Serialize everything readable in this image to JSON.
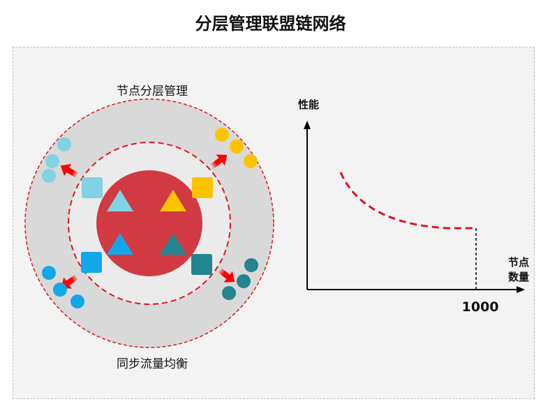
{
  "title": "分层管理联盟链网络",
  "diagram": {
    "top_label": "节点分层管理",
    "bottom_label": "同步流量均衡"
  },
  "graph": {
    "y_label": "性能",
    "x_label_line1": "节点",
    "x_label_line2": "数量",
    "x_tick": "1000"
  },
  "colors": {
    "outer_ring": "#d9d9d9",
    "inner_disk": "#ebebeb",
    "core": "#d13a43",
    "dash_red": "#e0141e",
    "light_cyan": "#7fd3e3",
    "yellow": "#fcc400",
    "blue": "#12a7e8",
    "teal": "#238590",
    "arrow": "#ff0000"
  }
}
